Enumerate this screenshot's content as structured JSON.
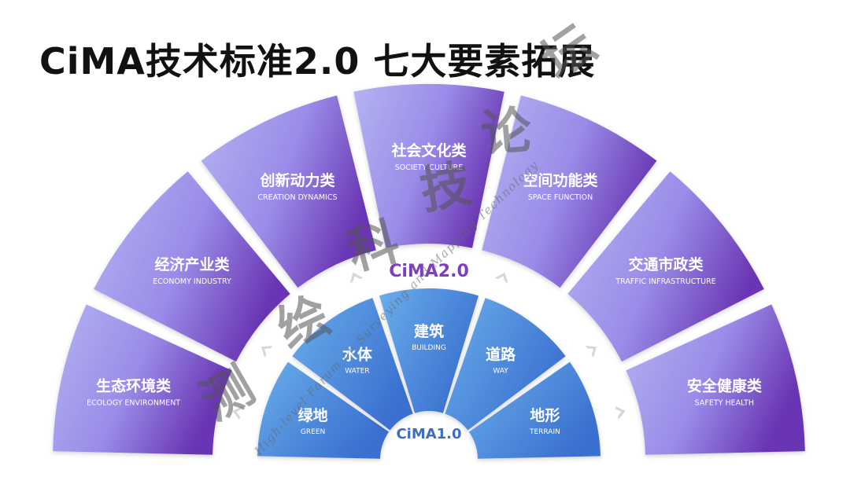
{
  "title": "CiMA技术标准2.0 七大要素拓展",
  "outer_ring_label": "CiMA2.0",
  "inner_ring_label": "CiMA1.0",
  "outer_segments": [
    {
      "cn": "生态环境类",
      "en": "ECOLOGY ENVIRONMENT"
    },
    {
      "cn": "经济产业类",
      "en": "ECONOMY INDUSTRY"
    },
    {
      "cn": "创新动力类",
      "en": "CREATION DYNAMICS"
    },
    {
      "cn": "社会文化类",
      "en": "SOCIETY CULTURE"
    },
    {
      "cn": "空间功能类",
      "en": "SPACE FUNCTION"
    },
    {
      "cn": "交通市政类",
      "en": "TRAFFIC INFRASTRUCTURE"
    },
    {
      "cn": "安全健康类",
      "en": "SAFETY HEALTH"
    }
  ],
  "inner_segments": [
    {
      "cn": "绿地",
      "en": "GREEN"
    },
    {
      "cn": "水体",
      "en": "WATER"
    },
    {
      "cn": "建筑",
      "en": "BUILDING"
    },
    {
      "cn": "道路",
      "en": "WAY"
    },
    {
      "cn": "地形",
      "en": "TERRAIN"
    }
  ],
  "watermark": {
    "chars": "测绘科技论坛",
    "arc_text": "High-level Forum on Surveying and Mapping Technology"
  },
  "colors": {
    "outer_light": "#b4b4f2",
    "outer_dark": "#6a36b4",
    "inner_light": "#5aa0e6",
    "inner_dark": "#3c72d0",
    "cima2_text": "#7b3fbf",
    "cima1_text": "#3a6fc2"
  }
}
